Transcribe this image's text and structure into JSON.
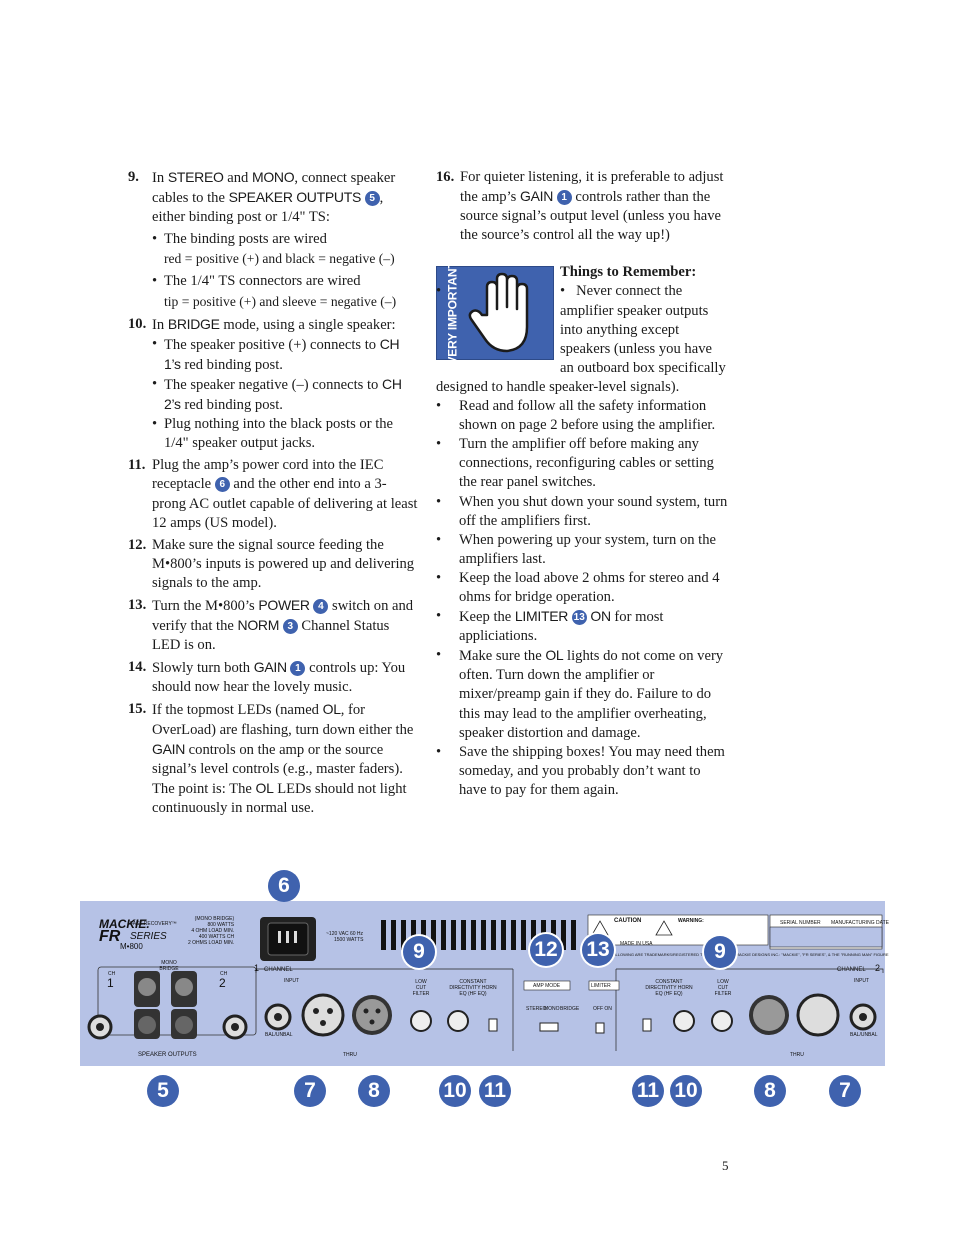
{
  "left": {
    "s9": {
      "num": "9.",
      "a": "In ",
      "stereo": "STEREO",
      "b": " and ",
      "mono": "MONO",
      "c": ", connect speaker cables to the ",
      "so": "SPEAKER OUTPUTS",
      "badge": "5",
      "d": ", either binding post or 1/4\" TS:",
      "b1a": "The binding posts are wired",
      "b1b": "red = positive (+) and black = negative (–)",
      "b2a": "The 1/4\" TS connectors are wired",
      "b2b": "tip = positive (+) and sleeve = negative (–)"
    },
    "s10": {
      "num": "10.",
      "a": "In ",
      "bridge": "BRIDGE",
      "b": " mode, using a single speaker:",
      "b1a": "The speaker positive (+) connects to ",
      "b1ch": "CH 1’s",
      "b1b": " red binding post.",
      "b2a": "The speaker negative (–) connects to ",
      "b2ch": "CH 2’s",
      "b2b": " red binding post.",
      "b3": "Plug nothing into the black posts or the 1/4\" speaker output jacks."
    },
    "s11": {
      "num": "11.",
      "a": "Plug the amp’s power cord into the IEC receptacle ",
      "badge": "6",
      "b": " and the other end into a 3-prong AC outlet capable of delivering at least 12 amps (US model)."
    },
    "s12": {
      "num": "12.",
      "a": "Make sure the signal source feeding the M•800’s inputs is powered up and delivering signals to the amp."
    },
    "s13": {
      "num": "13.",
      "a": "Turn the M•800’s ",
      "power": "POWER",
      "badge1": "4",
      "b": " switch on and verify that the ",
      "norm": "NORM",
      "badge2": "3",
      "c": " Channel Status LED is on."
    },
    "s14": {
      "num": "14.",
      "a": "Slowly turn both ",
      "gain": "GAIN",
      "badge": "1",
      "b": " controls up: You should now hear the lovely music."
    },
    "s15": {
      "num": "15.",
      "a": "If the topmost LEDs (named ",
      "ol": "OL",
      "b": ", for OverLoad) are flashing, turn down either the ",
      "gain": "GAIN",
      "c": " controls on the amp or the source signal’s level controls (e.g., master faders). The point is: The ",
      "ol2": "OL",
      "d": " LEDs should not light continuously in normal use."
    }
  },
  "right": {
    "s16": {
      "num": "16.",
      "a": "For quieter listening, it is preferable to adjust the amp’s ",
      "gain": "GAIN",
      "badge": "1",
      "b": " controls rather than the source signal’s output level (unless you have the source’s control all the way up!)"
    },
    "vi_label": "VERY IMPORTANT",
    "title": "Things to Remember:",
    "b1": "Never connect the amplifier speaker outputs into anything except speakers (unless you have an outboard box specifically designed to handle speaker-level signals).",
    "b2": "Read and follow all the safety information shown on page 2 before using the amplifier.",
    "b3": "Turn the amplifier off before making any connections, reconfiguring cables or setting the rear panel switches.",
    "b4": "When you shut down your sound system, turn off the amplifiers first.",
    "b5": "When powering up your system, turn on the amplifiers last.",
    "b6": "Keep the load above 2 ohms for stereo and 4 ohms for bridge operation.",
    "b7a": "Keep the ",
    "b7l": "LIMITER",
    "b7badge": "13",
    "b7on": "ON",
    "b7b": " for most appliciations.",
    "b8a": "Make sure the ",
    "b8ol": "OL",
    "b8b": " lights do not come on very often. Turn down the amplifier or mixer/preamp gain if they do. Failure to do this may lead to the amplifier overheating, speaker distortion and damage.",
    "b9": "Save the shipping boxes! You may need them someday, and you probably don’t want to have to pay for them again."
  },
  "panel": {
    "brand": "MACKIE.",
    "fr": "FR",
    "series": "SERIES",
    "fast": "FAST RECOVERY™",
    "model": "M•800",
    "rating": [
      "(MONO BRIDGE)",
      "800 WATTS",
      "4 OHM LOAD MIN.",
      "400 WATTS CH",
      "2 OHMS LOAD MIN."
    ],
    "ch1": "CH",
    "ch1n": "1",
    "monobridge": "MONO BRIDGE",
    "ch2": "CH",
    "ch2n": "2",
    "speaker_outputs": "SPEAKER OUTPUTS",
    "vac": "~120 VAC 60 Hz",
    "watts": "1500 WATTS",
    "channel1": "CHANNEL",
    "channel1n": "1",
    "channel2": "CHANNEL",
    "channel2n": "2",
    "input": "INPUT",
    "balunbal": "BAL/UNBAL",
    "thru": "THRU",
    "lowcut": "LOW CUT FILTER",
    "cdhorn": "CONSTANT DIRECTIVITY HORN EQ (HF EQ)",
    "ampmode": "AMP MODE",
    "limiter": "LIMITER",
    "stereo": "STEREO",
    "mono": "MONO",
    "bridge": "BRIDGE",
    "offon": "OFF ON",
    "caution": "CAUTION",
    "warning": "WARNING:",
    "serial": "SERIAL NUMBER",
    "mfg": "MANUFACTURING DATE",
    "made": "MADE IN USA",
    "trademarks": "FOLLOWING ARE TRADEMARKS/REGISTERED TRADEMARKS OF MACKIE DESIGNS INC.: \"MACKIE\", \"FR SERIES\", & THE \"RUNNING MAN\" FIGURE"
  },
  "callouts": {
    "c6": "6",
    "c9a": "9",
    "c12": "12",
    "c13": "13",
    "c9b": "9",
    "c5": "5",
    "c7a": "7",
    "c8a": "8",
    "c10a": "10",
    "c11a": "11",
    "c11b": "11",
    "c10b": "10",
    "c8b": "8",
    "c7b": "7"
  },
  "page_number": "5",
  "colors": {
    "accent": "#3f62ae",
    "panel": "#b6c2e6"
  }
}
